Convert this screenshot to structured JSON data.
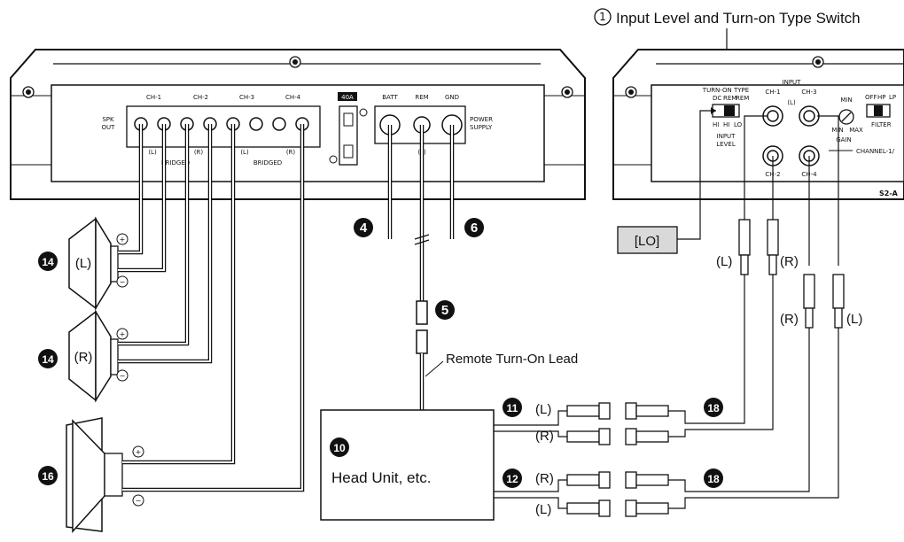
{
  "header": {
    "switch_num": "1",
    "switch_title": "Input Level and Turn-on Type Switch"
  },
  "amp_left": {
    "spk_out": [
      "SPK",
      "OUT"
    ],
    "channels": [
      "CH-1",
      "CH-2",
      "CH-3",
      "CH-4"
    ],
    "fuse": "40A",
    "batt": "BATT",
    "rem": "REM",
    "gnd": "GND",
    "power_supply": [
      "POWER",
      "SUPPLY"
    ],
    "under": [
      "(L)",
      "BRIDGED",
      "(R)",
      "(L)",
      "BRIDGED",
      "(R)"
    ]
  },
  "amp_right": {
    "turn_on_type": "TURN-ON TYPE",
    "dc": "DC",
    "rem": "REM",
    "rem2": "REM",
    "hi": "HI",
    "hi2": "HI",
    "lo": "LO",
    "input_level": [
      "INPUT",
      "LEVEL"
    ],
    "input": "INPUT",
    "ch1": "CH-1",
    "ch3": "CH-3",
    "ch2": "CH-2",
    "ch4": "CH-4",
    "l": "(L)",
    "gain": "GAIN",
    "min": "MIN",
    "max": "MAX",
    "off": "OFF",
    "hp": "HP",
    "lp": "LP",
    "filter": "FILTER",
    "channel": "CHANNEL-1/",
    "model": "S2-A"
  },
  "callouts": {
    "n4": "4",
    "n5": "5",
    "n6": "6",
    "n10": "10",
    "n11": "11",
    "n12": "12",
    "n14a": "14",
    "n14b": "14",
    "n16": "16",
    "n18a": "18",
    "n18b": "18"
  },
  "labels": {
    "lo_box": "[LO]",
    "rca_l1": "(L)",
    "rca_r1": "(R)",
    "rca_r2": "(R)",
    "rca_l2": "(L)",
    "spk1": "(L)",
    "spk2": "(R)",
    "remote": "Remote Turn-On Lead",
    "head_unit": "Head Unit, etc.",
    "hu_l1": "(L)",
    "hu_r1": "(R)",
    "hu_r2": "(R)",
    "hu_l2": "(L)",
    "plus": "+",
    "minus": "−"
  }
}
